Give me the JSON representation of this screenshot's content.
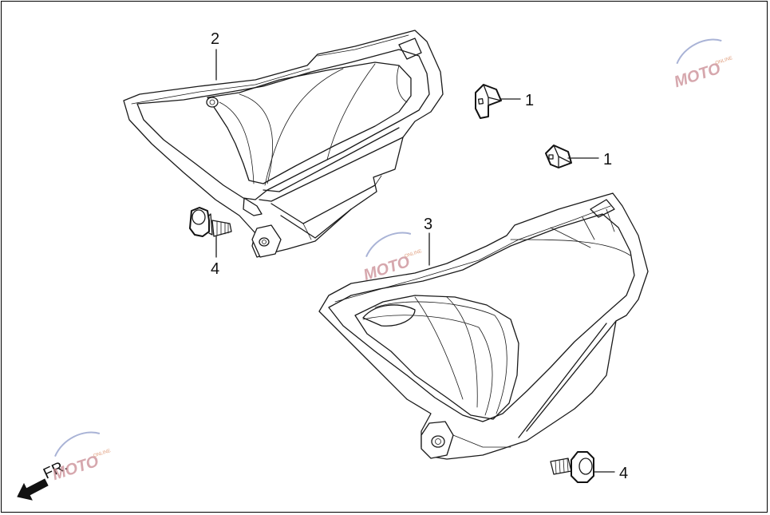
{
  "callouts": {
    "c1a": "1",
    "c1b": "1",
    "c2": "2",
    "c3": "3",
    "c4a": "4",
    "c4b": "4"
  },
  "direction_label": "FR.",
  "watermark": {
    "text": "MOTO",
    "subtext": "ONLINE"
  },
  "colors": {
    "line": "#1a1a1a",
    "watermark": "#c98a92"
  }
}
